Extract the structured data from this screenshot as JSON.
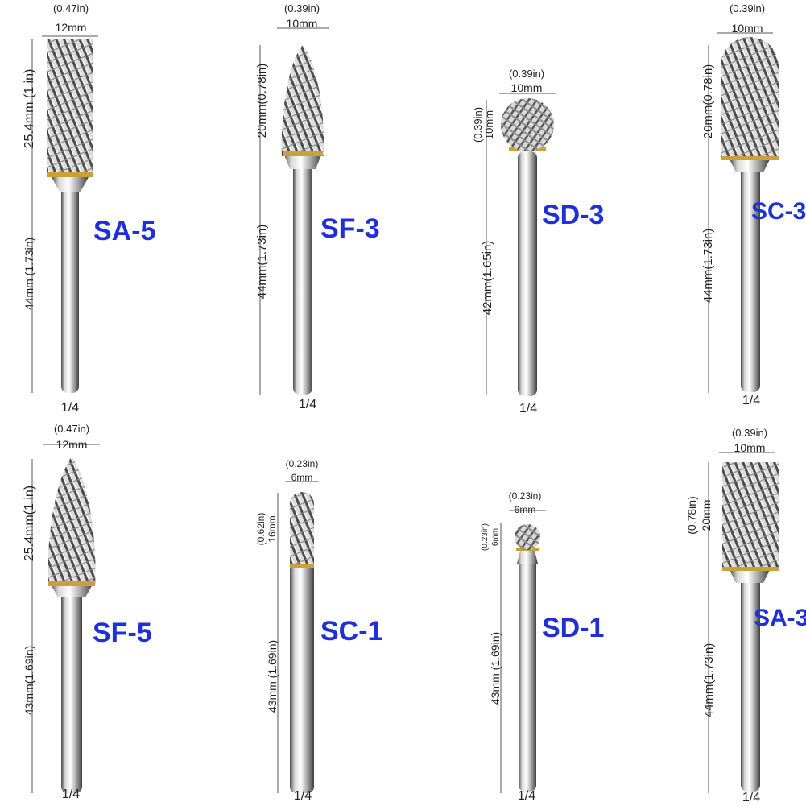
{
  "colors": {
    "label": "#1f30d8",
    "dim_line": "#555555",
    "steel_light": "#f2f2f2",
    "steel_dark": "#6e6e6e",
    "gold": "#c9a03a"
  },
  "bits": [
    {
      "code": "SA-5",
      "shape": "cylinder",
      "head_w_mm": "12mm",
      "head_w_in": "(0.47in)",
      "head_len": "25.4mm",
      "head_len_in": "(1 in)",
      "shank_len": "44mm",
      "shank_len_in": "(1.73in)",
      "shank": "1/4"
    },
    {
      "code": "SF-3",
      "shape": "tree",
      "head_w_mm": "10mm",
      "head_w_in": "(0.39in)",
      "head_len": "20mm",
      "head_len_in": "(0.78in)",
      "shank_len": "44mm",
      "shank_len_in": "(1.73in)",
      "shank": "1/4"
    },
    {
      "code": "SD-3",
      "shape": "ball",
      "head_w_mm": "10mm",
      "head_w_in": "(0.39in)",
      "head_len": "10mm",
      "head_len_in": "(0.39in)",
      "shank_len": "42mm",
      "shank_len_in": "(1.65in)",
      "shank": "1/4"
    },
    {
      "code": "SC-3",
      "shape": "round",
      "head_w_mm": "10mm",
      "head_w_in": "(0.39in)",
      "head_len": "20mm",
      "head_len_in": "(0.78in)",
      "shank_len": "44mm",
      "shank_len_in": "(1.73in)",
      "shank": "1/4"
    },
    {
      "code": "SF-5",
      "shape": "tree",
      "head_w_mm": "12mm",
      "head_w_in": "(0.47in)",
      "head_len": "25.4mm",
      "head_len_in": "(1 in)",
      "shank_len": "43mm",
      "shank_len_in": "(1.69in)",
      "shank": "1/4"
    },
    {
      "code": "SC-1",
      "shape": "round",
      "head_w_mm": "6mm",
      "head_w_in": "(0.23in)",
      "head_len": "16mm",
      "head_len_in": "(0.62in)",
      "shank_len": "43mm",
      "shank_len_in": "(1.69in)",
      "shank": "1/4"
    },
    {
      "code": "SD-1",
      "shape": "ball",
      "head_w_mm": "6mm",
      "head_w_in": "(0.23in)",
      "head_len": "6mm",
      "head_len_in": "(0.23in)",
      "shank_len": "43mm",
      "shank_len_in": "(1.69in)",
      "shank": "1/4"
    },
    {
      "code": "SA-3",
      "shape": "cylinder",
      "head_w_mm": "10mm",
      "head_w_in": "(0.39in)",
      "head_len": "20mm",
      "head_len_in": "(0.78in)",
      "shank_len": "44mm",
      "shank_len_in": "(1.73in)",
      "shank": "1/4"
    }
  ]
}
